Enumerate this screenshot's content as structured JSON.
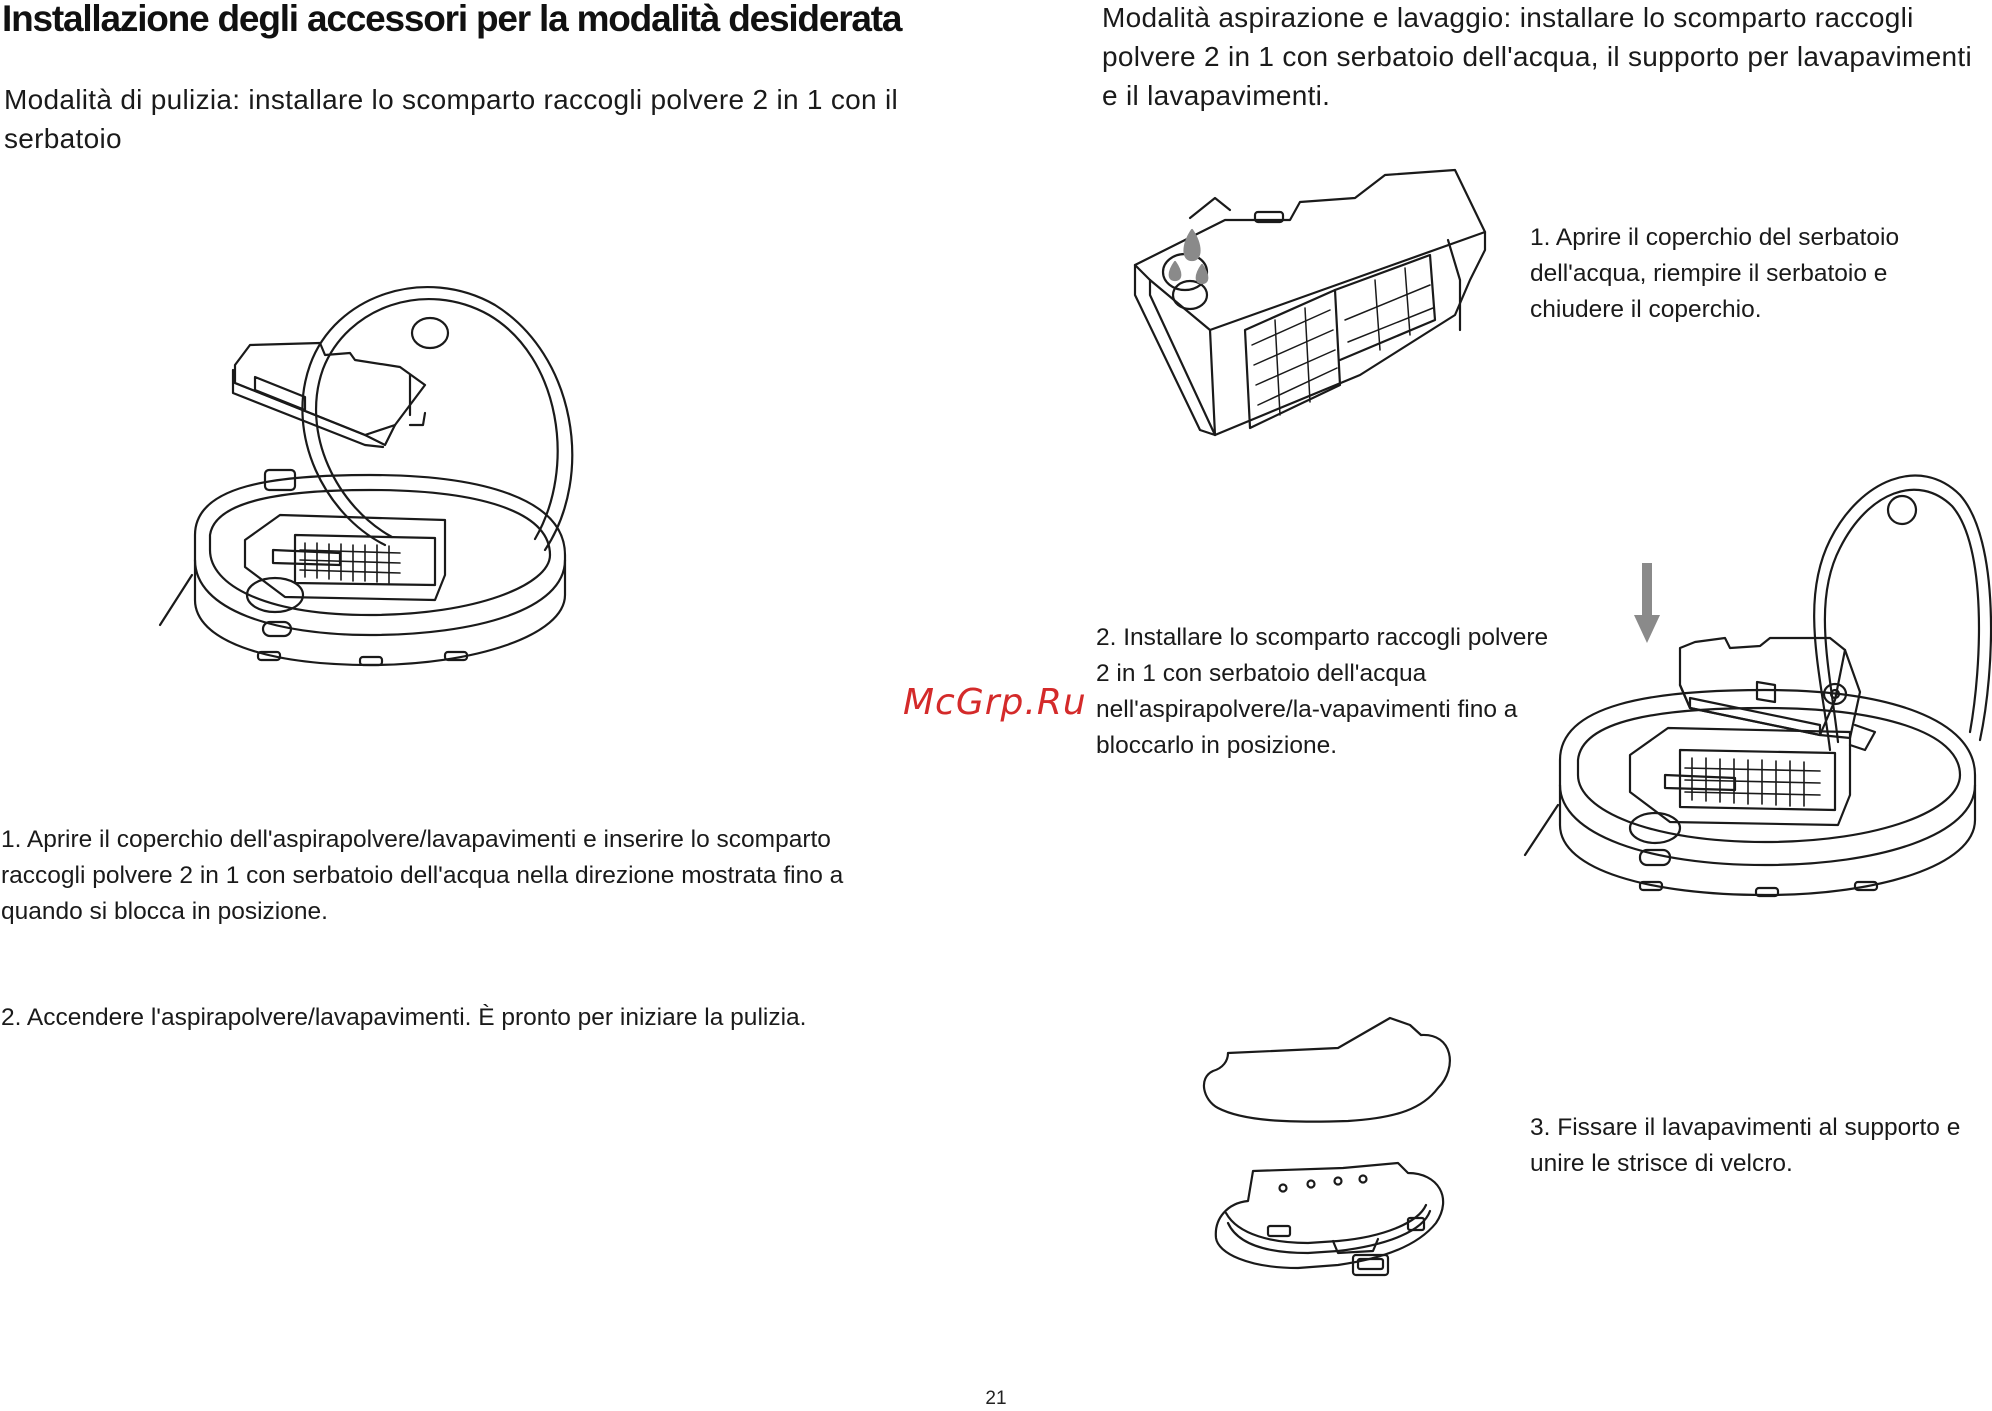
{
  "page": {
    "title": "Installazione degli accessori per la modalità desiderata",
    "page_number": "21",
    "watermark": "McGrp.Ru"
  },
  "left": {
    "heading": "Modalità di pulizia: installare lo scomparto raccogli polvere 2 in 1 con il serbatoio",
    "step1": "1. Aprire il coperchio dell'aspirapolvere/lavapavimenti e inserire lo scomparto raccogli polvere 2 in 1 con serbatoio dell'acqua nella direzione mostrata fino a quando si blocca in posizione.",
    "step2": "2. Accendere l'aspirapolvere/lavapavimenti. È pronto per iniziare la pulizia."
  },
  "right": {
    "heading": "Modalità aspirazione e lavaggio: installare lo scomparto raccogli polvere 2 in 1 con serbatoio dell'acqua, il supporto per lavapavimenti e il lavapavimenti.",
    "step1": "1. Aprire il coperchio del serbatoio dell'acqua, riempire il serbatoio e chiudere il coperchio.",
    "step2": "2. Installare lo scomparto raccogli polvere 2 in 1 con serbatoio dell'acqua nell'aspirapolvere/la-vapavimenti fino a bloccarlo in posizione.",
    "step3": "3. Fissare il lavapavimenti al supporto e unire le strisce di velcro."
  },
  "icons": {
    "robot_open_with_bin": "robot-vacuum-open-lid-illustration",
    "water_tank": "water-tank-illustration",
    "robot_insert_tank": "robot-vacuum-insert-tank-illustration",
    "arrow": "down-arrow-icon",
    "mop": "mop-cloth-and-holder-illustration"
  },
  "colors": {
    "text": "#1a1a1a",
    "watermark": "#d42a2a",
    "arrow": "#8a8a8a"
  }
}
